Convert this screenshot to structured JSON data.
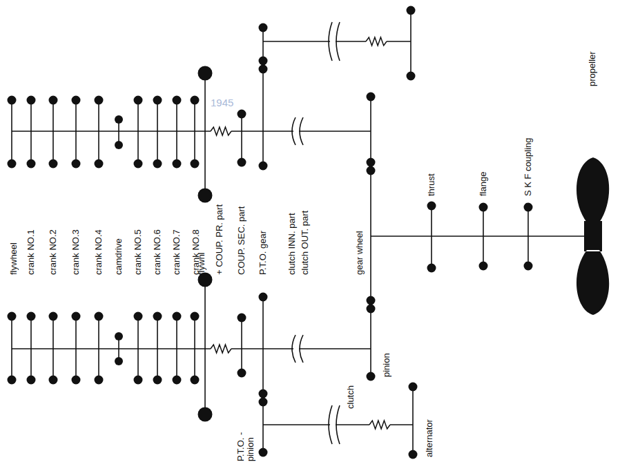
{
  "diagram": {
    "labels": [
      "flywheel",
      "crank NO.1",
      "crank NO.2",
      "crank NO.3",
      "crank NO.4",
      "camdrive",
      "crank NO.5",
      "crank NO.6",
      "crank NO.7",
      "crank NO.8",
      "flywhl",
      "+ COUP. PR. part",
      "COUP. SEC. part",
      "P.T.O. gear",
      "clutch INN. part",
      "clutch OUT. part",
      "gear wheel",
      "thrust",
      "flange",
      "S K F coupling",
      "propeller",
      "P.T.O. -pinion",
      "clutch",
      "pinion",
      "alternator",
      "1945"
    ]
  }
}
